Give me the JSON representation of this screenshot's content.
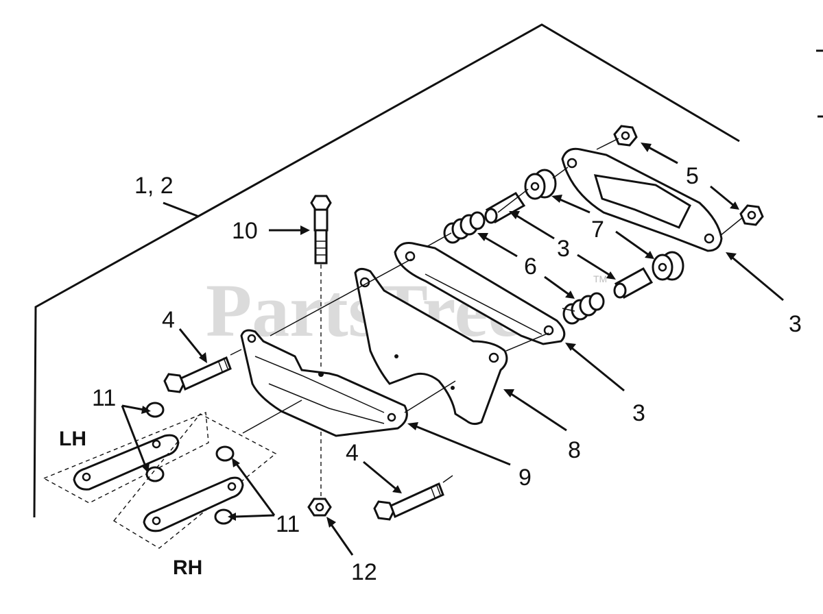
{
  "watermark": {
    "text": "PartsTree",
    "trademark": "TM"
  },
  "callouts": {
    "c1": "1, 2",
    "c10": "10",
    "c4a": "4",
    "c4b": "4",
    "c5": "5",
    "c7": "7",
    "c3a": "3",
    "c6": "6",
    "c3b": "3",
    "c3c": "3",
    "c8": "8",
    "c9": "9",
    "c11a": "11",
    "c11b": "11",
    "c12": "12"
  },
  "side_labels": {
    "lh": "LH",
    "rh": "RH"
  }
}
